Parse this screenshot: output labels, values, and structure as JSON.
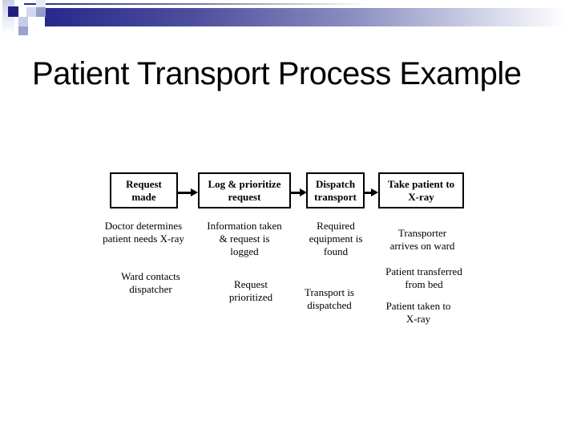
{
  "slide": {
    "title": "Patient Transport Process Example"
  },
  "colors": {
    "background": "#ffffff",
    "bar_navy": "#28288c",
    "mosaic_dark_navy": "#20207e",
    "mosaic_medium": "#8d97c7",
    "mosaic_light": "#d3d8ee",
    "text": "#000000",
    "box_border": "#000000"
  },
  "flowchart": {
    "steps": [
      {
        "label": "Request\nmade"
      },
      {
        "label": "Log & prioritize\nrequest"
      },
      {
        "label": "Dispatch\ntransport"
      },
      {
        "label": "Take patient to\nX-ray"
      }
    ],
    "notes": [
      {
        "text": "Doctor determines\npatient needs X-ray"
      },
      {
        "text": "Information taken\n& request is\nlogged"
      },
      {
        "text": "Required\nequipment is\nfound"
      },
      {
        "text": "Transporter\narrives on ward"
      },
      {
        "text": "Ward contacts\ndispatcher"
      },
      {
        "text": "Request\nprioritized"
      },
      {
        "text": "Transport is\ndispatched"
      },
      {
        "text": "Patient transferred\nfrom bed"
      },
      {
        "text": "Patient taken to\nX-ray"
      }
    ]
  }
}
